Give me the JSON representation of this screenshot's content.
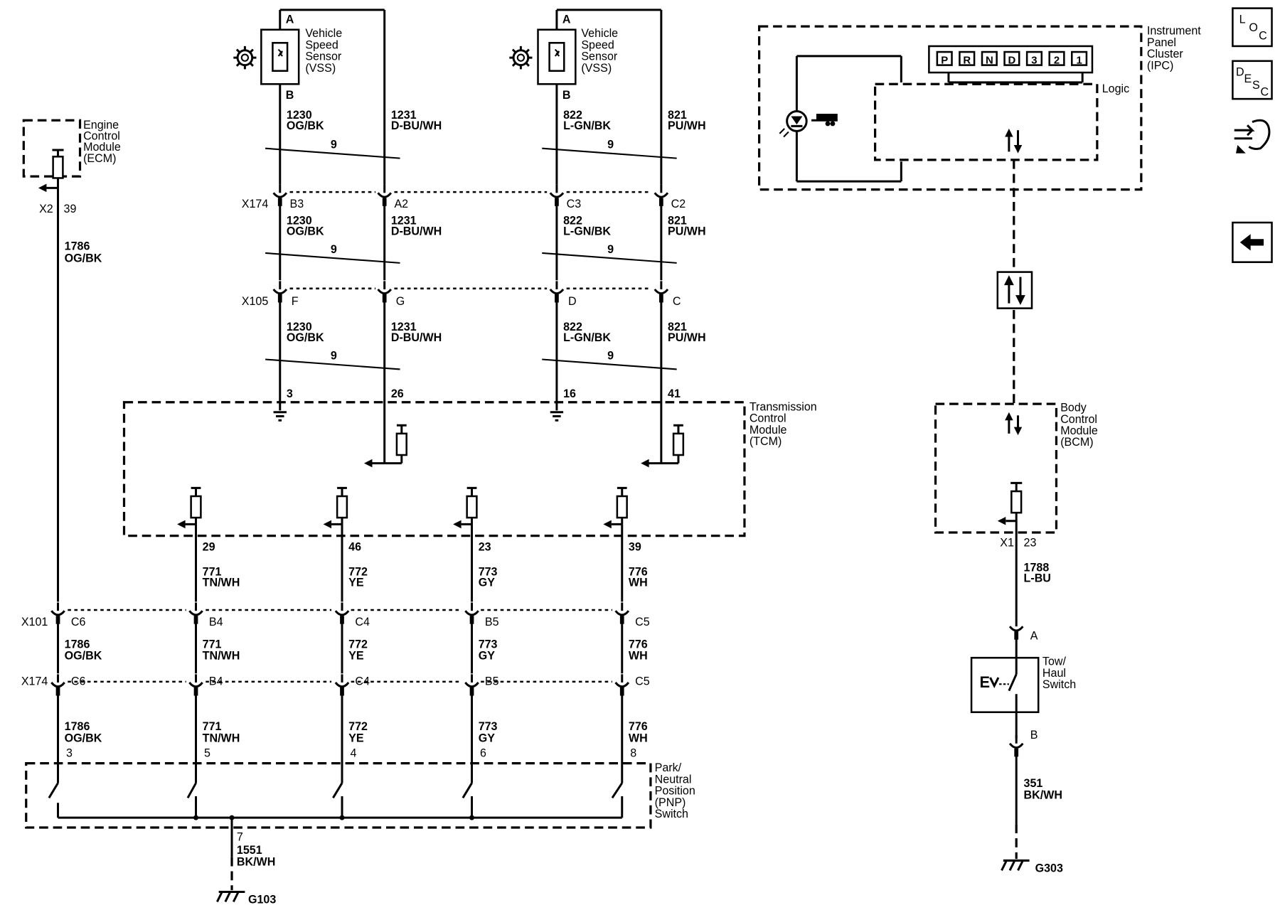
{
  "modules": {
    "ecm": [
      "Engine",
      "Control",
      "Module",
      "(ECM)"
    ],
    "tcm": [
      "Transmission",
      "Control",
      "Module",
      "(TCM)"
    ],
    "ipc": [
      "Instrument",
      "Panel",
      "Cluster",
      "(IPC)"
    ],
    "bcm": [
      "Body",
      "Control",
      "Module",
      "(BCM)"
    ],
    "pnp": [
      "Park/",
      "Neutral",
      "Position",
      "(PNP)",
      "Switch"
    ],
    "vss_1": [
      "Vehicle",
      "Speed",
      "Sensor",
      "(VSS)"
    ],
    "vss_2": [
      "Vehicle",
      "Speed",
      "Sensor",
      "(VSS)"
    ],
    "tow": [
      "Tow/",
      "Haul",
      "Switch"
    ],
    "ipc_logic": "Logic"
  },
  "gear_indicator": [
    "P",
    "R",
    "N",
    "D",
    "3",
    "2",
    "1"
  ],
  "connectors": {
    "x174": "X174",
    "x105": "X105",
    "x101": "X101",
    "x174_lower": "X174",
    "ecm_conn": "X2",
    "bcm_conn": "X1"
  },
  "vss_pins": {
    "s1_a": "A",
    "s1_b": "B",
    "s2_a": "A",
    "s2_b": "B"
  },
  "upper_pins": {
    "x174": [
      "B3",
      "A2",
      "C3",
      "C2"
    ],
    "x105": [
      "F",
      "G",
      "D",
      "C"
    ],
    "tcm": [
      "3",
      "26",
      "16",
      "41"
    ]
  },
  "vss_wires": [
    {
      "circuit": "1230",
      "color": "OG/BK"
    },
    {
      "circuit": "1231",
      "color": "D-BU/WH"
    },
    {
      "circuit": "822",
      "color": "L-GN/BK"
    },
    {
      "circuit": "821",
      "color": "PU/WH"
    }
  ],
  "twist_label": "9",
  "ecm_pin": "39",
  "ecm_wire": {
    "circuit": "1786",
    "color": "OG/BK"
  },
  "tcm_lower_pins": [
    "29",
    "46",
    "23",
    "39"
  ],
  "lower_wires": [
    {
      "circuit": "1786",
      "color": "OG/BK"
    },
    {
      "circuit": "771",
      "color": "TN/WH"
    },
    {
      "circuit": "772",
      "color": "YE"
    },
    {
      "circuit": "773",
      "color": "GY"
    },
    {
      "circuit": "776",
      "color": "WH"
    }
  ],
  "lower_pins": {
    "x101": [
      "C6",
      "B4",
      "C4",
      "B5",
      "C5"
    ],
    "x174": [
      "C6",
      "B4",
      "C4",
      "B5",
      "C5"
    ],
    "pnp": [
      "3",
      "5",
      "4",
      "6",
      "8"
    ],
    "pnp_ground": "7"
  },
  "pnp_ground_wire": {
    "circuit": "1551",
    "color": "BK/WH"
  },
  "grounds": {
    "g103": "G103",
    "g303": "G303"
  },
  "bcm_pin": "23",
  "bcm_wire": {
    "circuit": "1788",
    "color": "L-BU"
  },
  "tow_pins": {
    "a": "A",
    "b": "B"
  },
  "tow_ground_wire": {
    "circuit": "351",
    "color": "BK/WH"
  },
  "nav": {
    "loc": [
      "L",
      "O",
      "C"
    ],
    "desc": [
      "D",
      "E",
      "S",
      "C"
    ]
  }
}
